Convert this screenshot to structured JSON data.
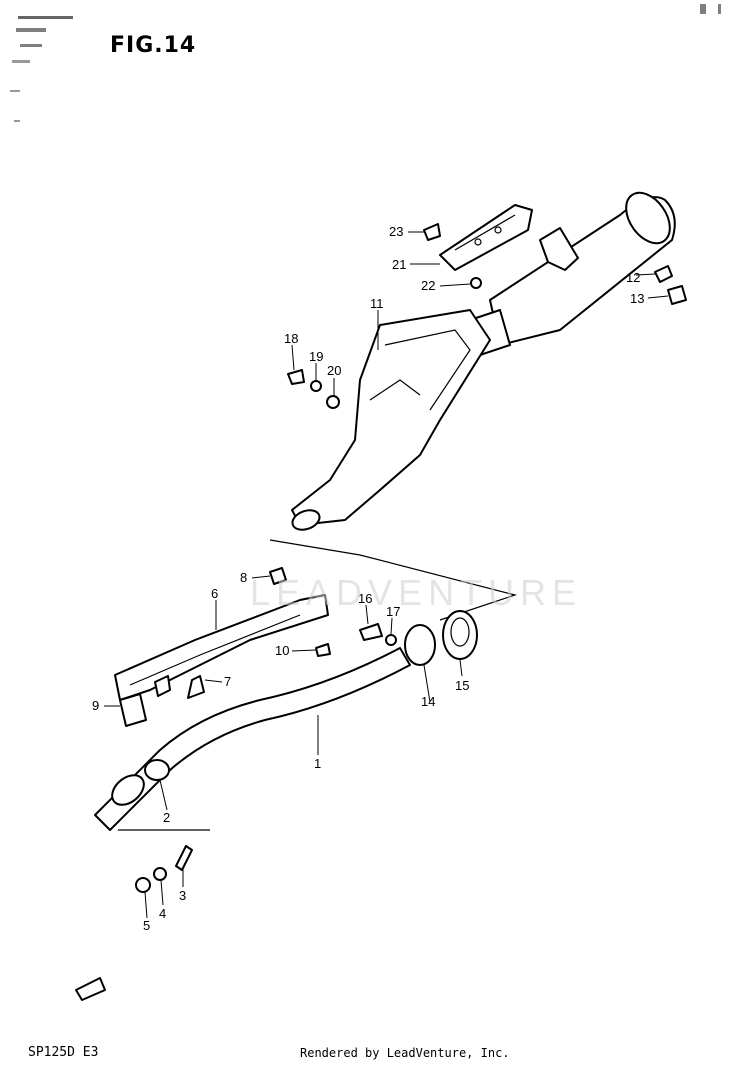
{
  "figure_title": "FIG.14",
  "model_code": "SP125D E3",
  "credit": "Rendered by LeadVenture, Inc.",
  "watermark": "LEADVENTURE",
  "callouts": [
    "1",
    "2",
    "3",
    "4",
    "5",
    "6",
    "7",
    "8",
    "9",
    "10",
    "11",
    "12",
    "13",
    "14",
    "15",
    "16",
    "17",
    "18",
    "19",
    "20",
    "21",
    "22",
    "23"
  ]
}
